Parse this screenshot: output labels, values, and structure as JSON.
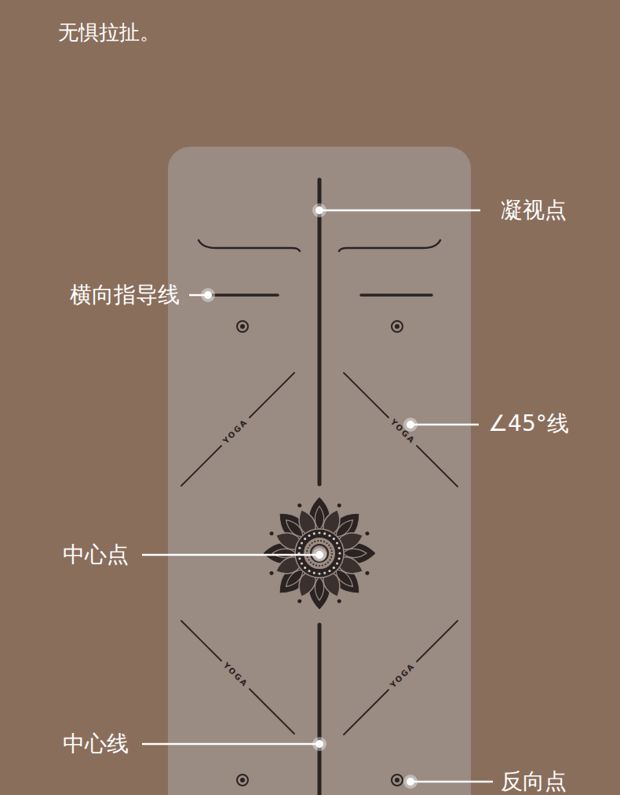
{
  "diagram": {
    "labels": [
      "无惧拉扯。",
      "凝视点",
      "横向指导线",
      "∠45°线",
      "YOGA",
      "YOGA",
      "中心点",
      "YOGA",
      "YOGA",
      "中心线",
      "反向点"
    ]
  }
}
